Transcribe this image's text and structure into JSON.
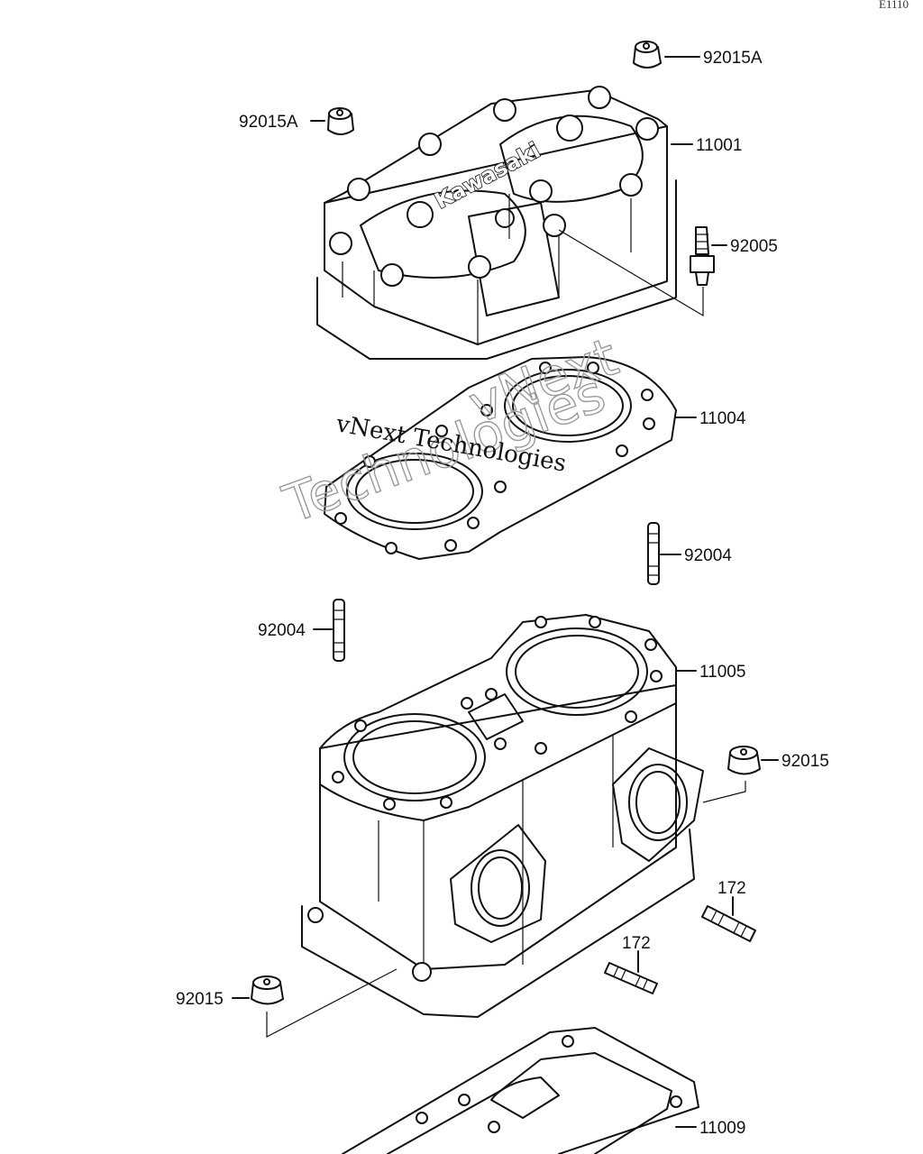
{
  "corner_code": "E1110",
  "brand_text": "Kawasaki",
  "watermark": {
    "line1": "vNext",
    "line2": "Technologies",
    "small": "vNext Technologies"
  },
  "callouts": {
    "nut_top_right": "92015A",
    "nut_top_left": "92015A",
    "cylinder_head": "11001",
    "fitting": "92005",
    "head_gasket": "11004",
    "stud_right": "92004",
    "stud_left": "92004",
    "cylinder": "11005",
    "nut_right": "92015",
    "stud_172_right": "172",
    "stud_172_left": "172",
    "nut_left": "92015",
    "base_gasket": "11009"
  }
}
